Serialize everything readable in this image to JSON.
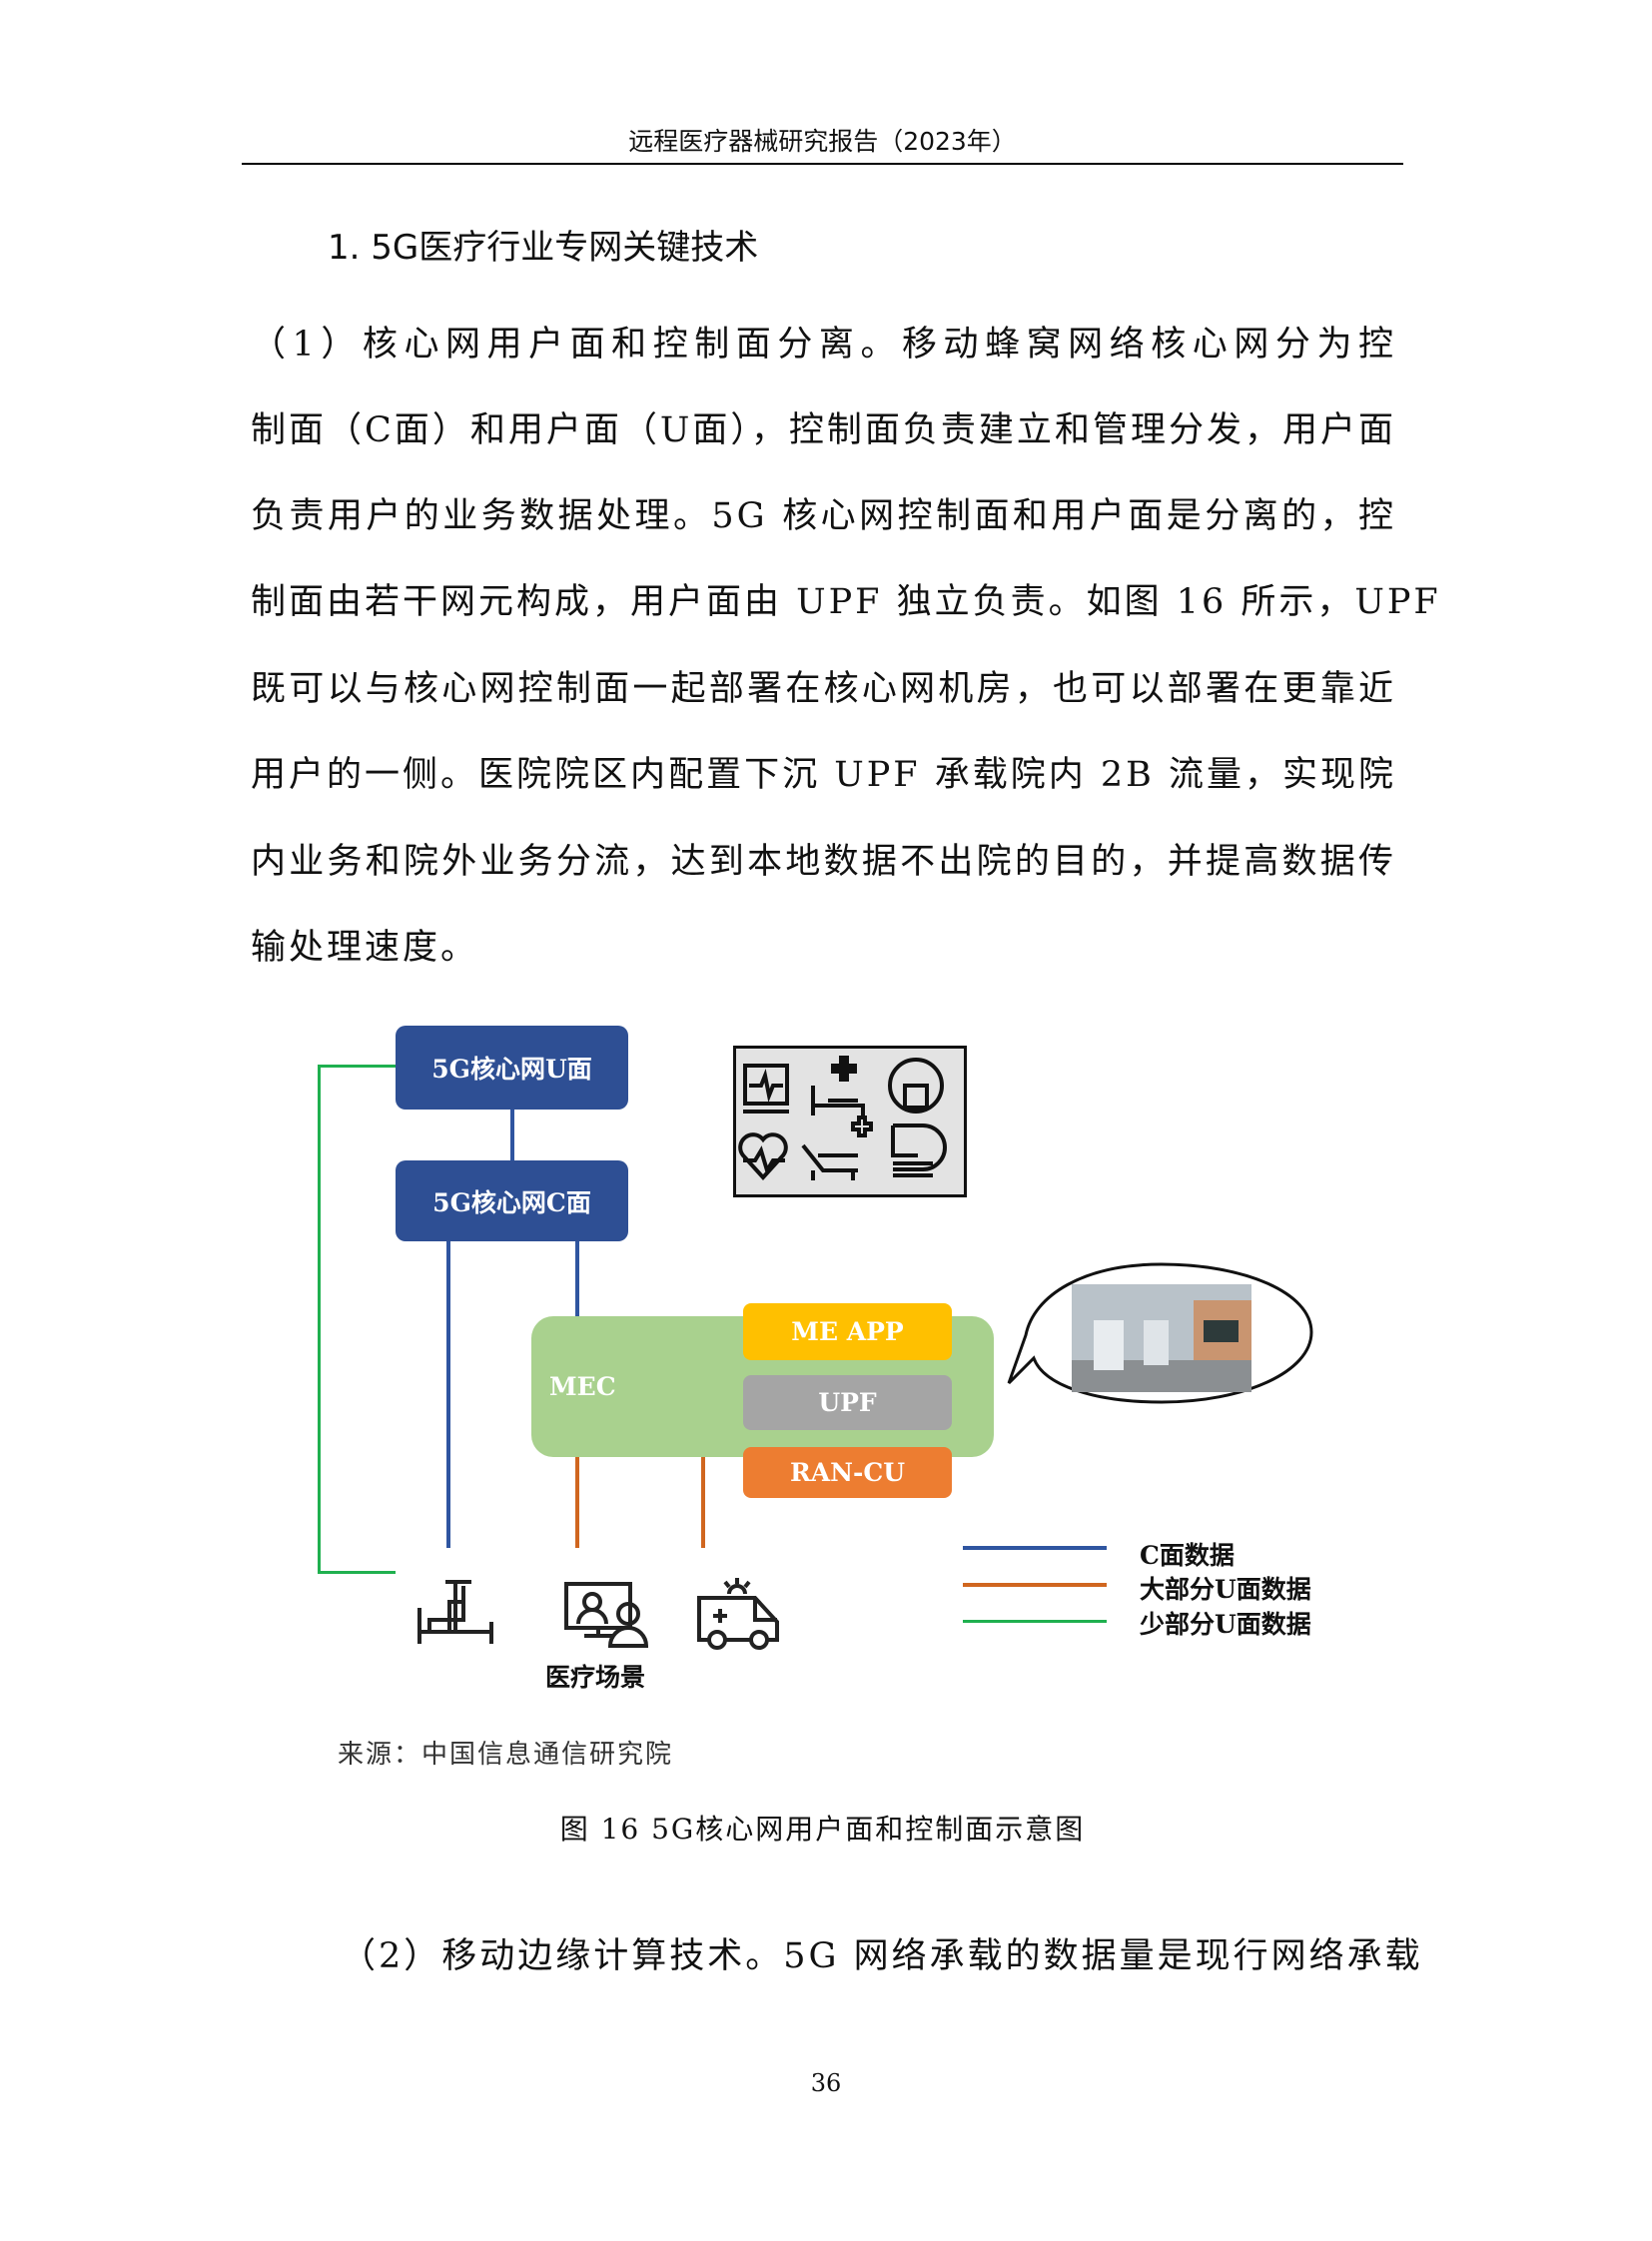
{
  "header": "远程医疗器械研究报告（2023年）",
  "heading": "1. 5G医疗行业专网关键技术",
  "paragraph1": [
    "（1）核心网用户面和控制面分离。移动蜂窝网络核心网分为控",
    "制面（C面）和用户面（U面），控制面负责建立和管理分发，用户面",
    "负责用户的业务数据处理。5G 核心网控制面和用户面是分离的，控",
    "制面由若干网元构成，用户面由 UPF 独立负责。如图 16 所示，UPF",
    "既可以与核心网控制面一起部署在核心网机房，也可以部署在更靠近",
    "用户的一侧。医院院区内配置下沉 UPF 承载院内 2B 流量，实现院",
    "内业务和院外业务分流，达到本地数据不出院的目的，并提高数据传",
    "输处理速度。"
  ],
  "diagram": {
    "u_plane": "5G核心网U面",
    "c_plane": "5G核心网C面",
    "mec": "MEC",
    "me_app": "ME APP",
    "upf": "UPF",
    "ran_cu": "RAN-CU",
    "scene_label": "医疗场景",
    "legend": [
      {
        "label": "C面数据",
        "color": "#2f55a0"
      },
      {
        "label": "大部分U面数据",
        "color": "#d0661f"
      },
      {
        "label": "少部分U面数据",
        "color": "#1fb04f"
      }
    ],
    "colors": {
      "blue_box": "#2e4f94",
      "mec": "#a9d18e",
      "me_app": "#ffc000",
      "upf": "#a5a5a5",
      "ran_cu": "#ed7d31"
    }
  },
  "source": "来源：中国信息通信研究院",
  "caption": "图 16 5G核心网用户面和控制面示意图",
  "paragraph2": "（2）移动边缘计算技术。5G 网络承载的数据量是现行网络承载",
  "page_number": "36"
}
